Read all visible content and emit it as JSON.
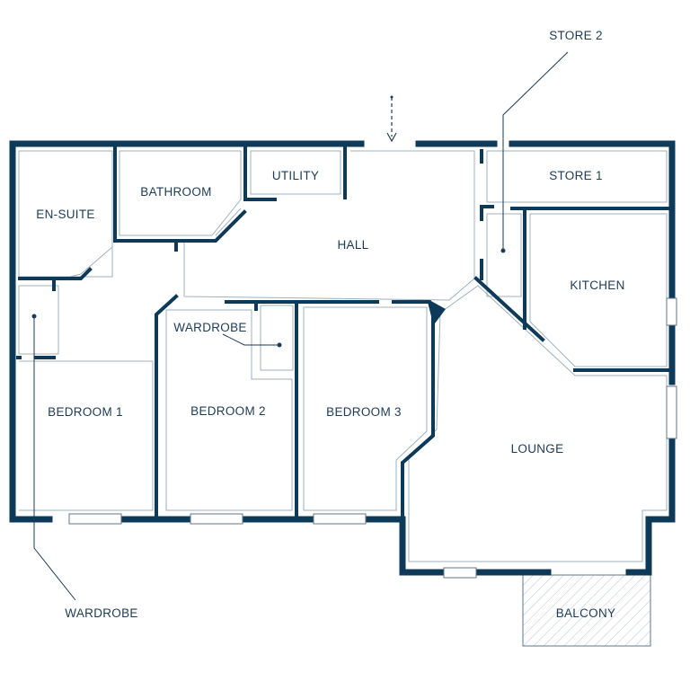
{
  "rooms": {
    "en_suite": "EN-SUITE",
    "bathroom": "BATHROOM",
    "utility": "UTILITY",
    "hall": "HALL",
    "store_1": "STORE 1",
    "store_2": "STORE 2",
    "kitchen": "KITCHEN",
    "wardrobe_mid": "WARDROBE",
    "wardrobe_left": "WARDROBE",
    "bedroom_1": "BEDROOM 1",
    "bedroom_2": "BEDROOM 2",
    "bedroom_3": "BEDROOM 3",
    "lounge": "LOUNGE",
    "balcony": "BALCONY"
  },
  "colors": {
    "wall": "#0d3a58",
    "inner_line": "#9fb0bf",
    "label": "#1d3b57",
    "hatch": "#b9c5cf"
  },
  "icons": {
    "entrance": "dashed-arrow-down-icon"
  }
}
